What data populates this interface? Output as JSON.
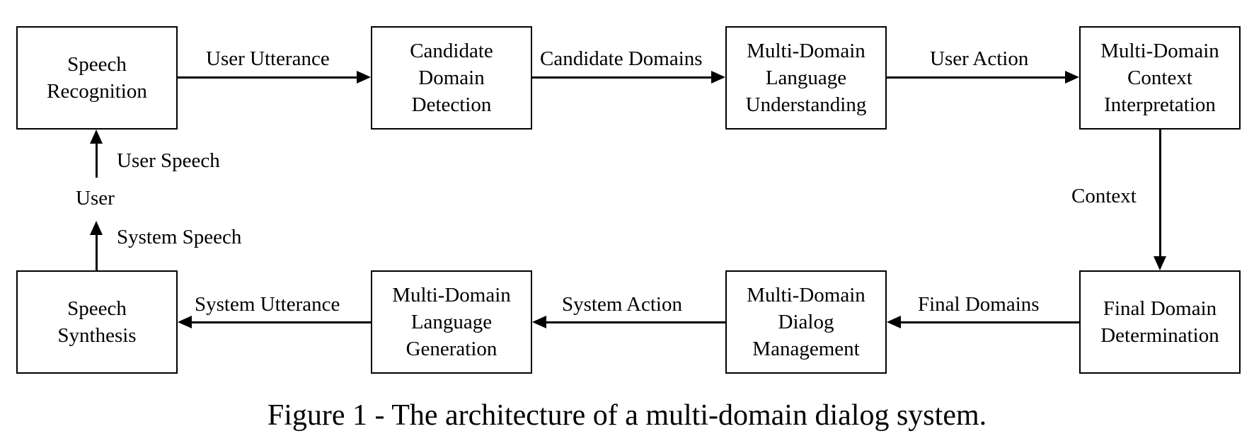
{
  "boxes": {
    "speech_recognition": "Speech\nRecognition",
    "candidate_domain_detection": "Candidate\nDomain\nDetection",
    "md_language_understanding": "Multi-Domain\nLanguage\nUnderstanding",
    "md_context_interpretation": "Multi-Domain\nContext\nInterpretation",
    "final_domain_determination": "Final Domain\nDetermination",
    "md_dialog_management": "Multi-Domain\nDialog\nManagement",
    "md_language_generation": "Multi-Domain\nLanguage\nGeneration",
    "speech_synthesis": "Speech\nSynthesis"
  },
  "edges": {
    "user_utterance": "User Utterance",
    "candidate_domains": "Candidate Domains",
    "user_action": "User Action",
    "context": "Context",
    "final_domains": "Final Domains",
    "system_action": "System Action",
    "system_utterance": "System Utterance",
    "user_speech": "User Speech",
    "system_speech": "System Speech"
  },
  "user_node": "User",
  "caption": "Figure 1 - The architecture of a multi-domain dialog system."
}
